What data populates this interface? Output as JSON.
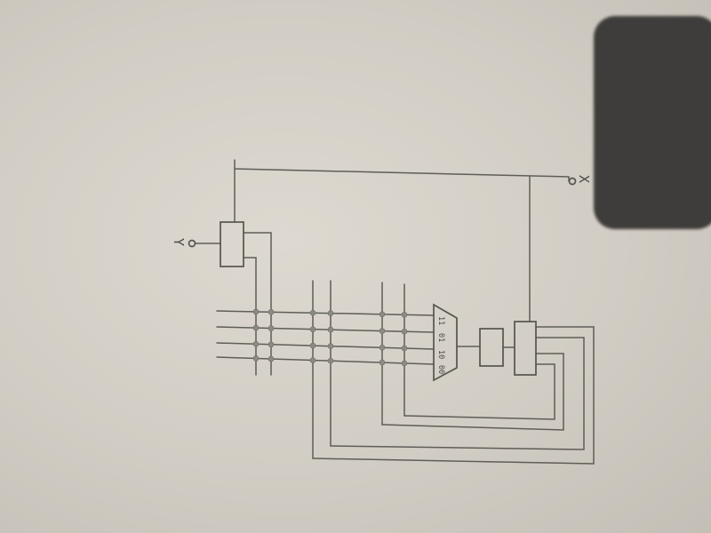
{
  "mux": {
    "inputs": [
      "11",
      "01",
      "10",
      "00"
    ]
  },
  "io": {
    "left_label": "Y",
    "right_label": "X"
  },
  "colors": {
    "paper": "#d8d3ca",
    "pencil": "#5e5d58",
    "shadow": "#3f3d3b"
  }
}
